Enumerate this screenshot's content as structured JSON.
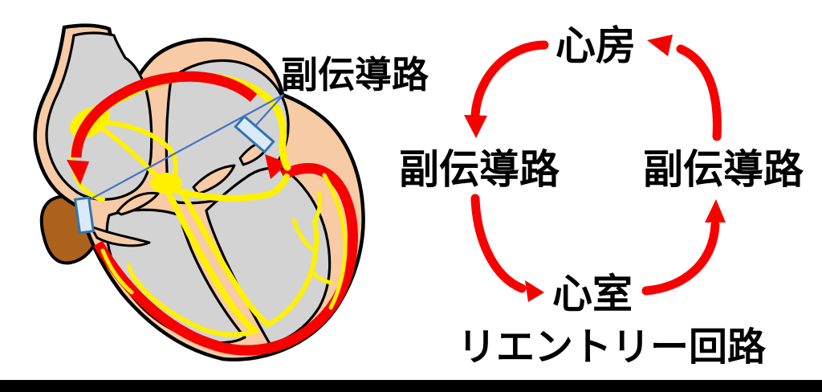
{
  "heart_panel": {
    "callout_label": "副伝導路",
    "markers": [
      "accessory-pathway-marker-upper",
      "accessory-pathway-marker-lower"
    ],
    "icons": [
      "heart-cross-section",
      "sa-node",
      "av-node",
      "conduction-fibers",
      "reentry-arrows"
    ]
  },
  "cycle_panel": {
    "nodes": {
      "top": "心房",
      "left": "副伝導路",
      "right": "副伝導路",
      "bottom": "心室"
    },
    "caption": "リエントリー回路",
    "direction": "counterclockwise"
  },
  "colors": {
    "arrow_red": "#F70000",
    "conduction_yellow": "#FFF100",
    "heart_wall_peach": "#F6CBA6",
    "chamber_gray": "#D3D3D3",
    "appendage_brown": "#AC611C",
    "marker_fill_light_blue": "#DCEAF8",
    "marker_border_blue": "#2E75B6",
    "callout_line_blue": "#4472C4",
    "outline_black": "#000000",
    "bottom_bar_black": "#000000",
    "text_black": "#000000",
    "background_white": "#FFFFFF"
  }
}
